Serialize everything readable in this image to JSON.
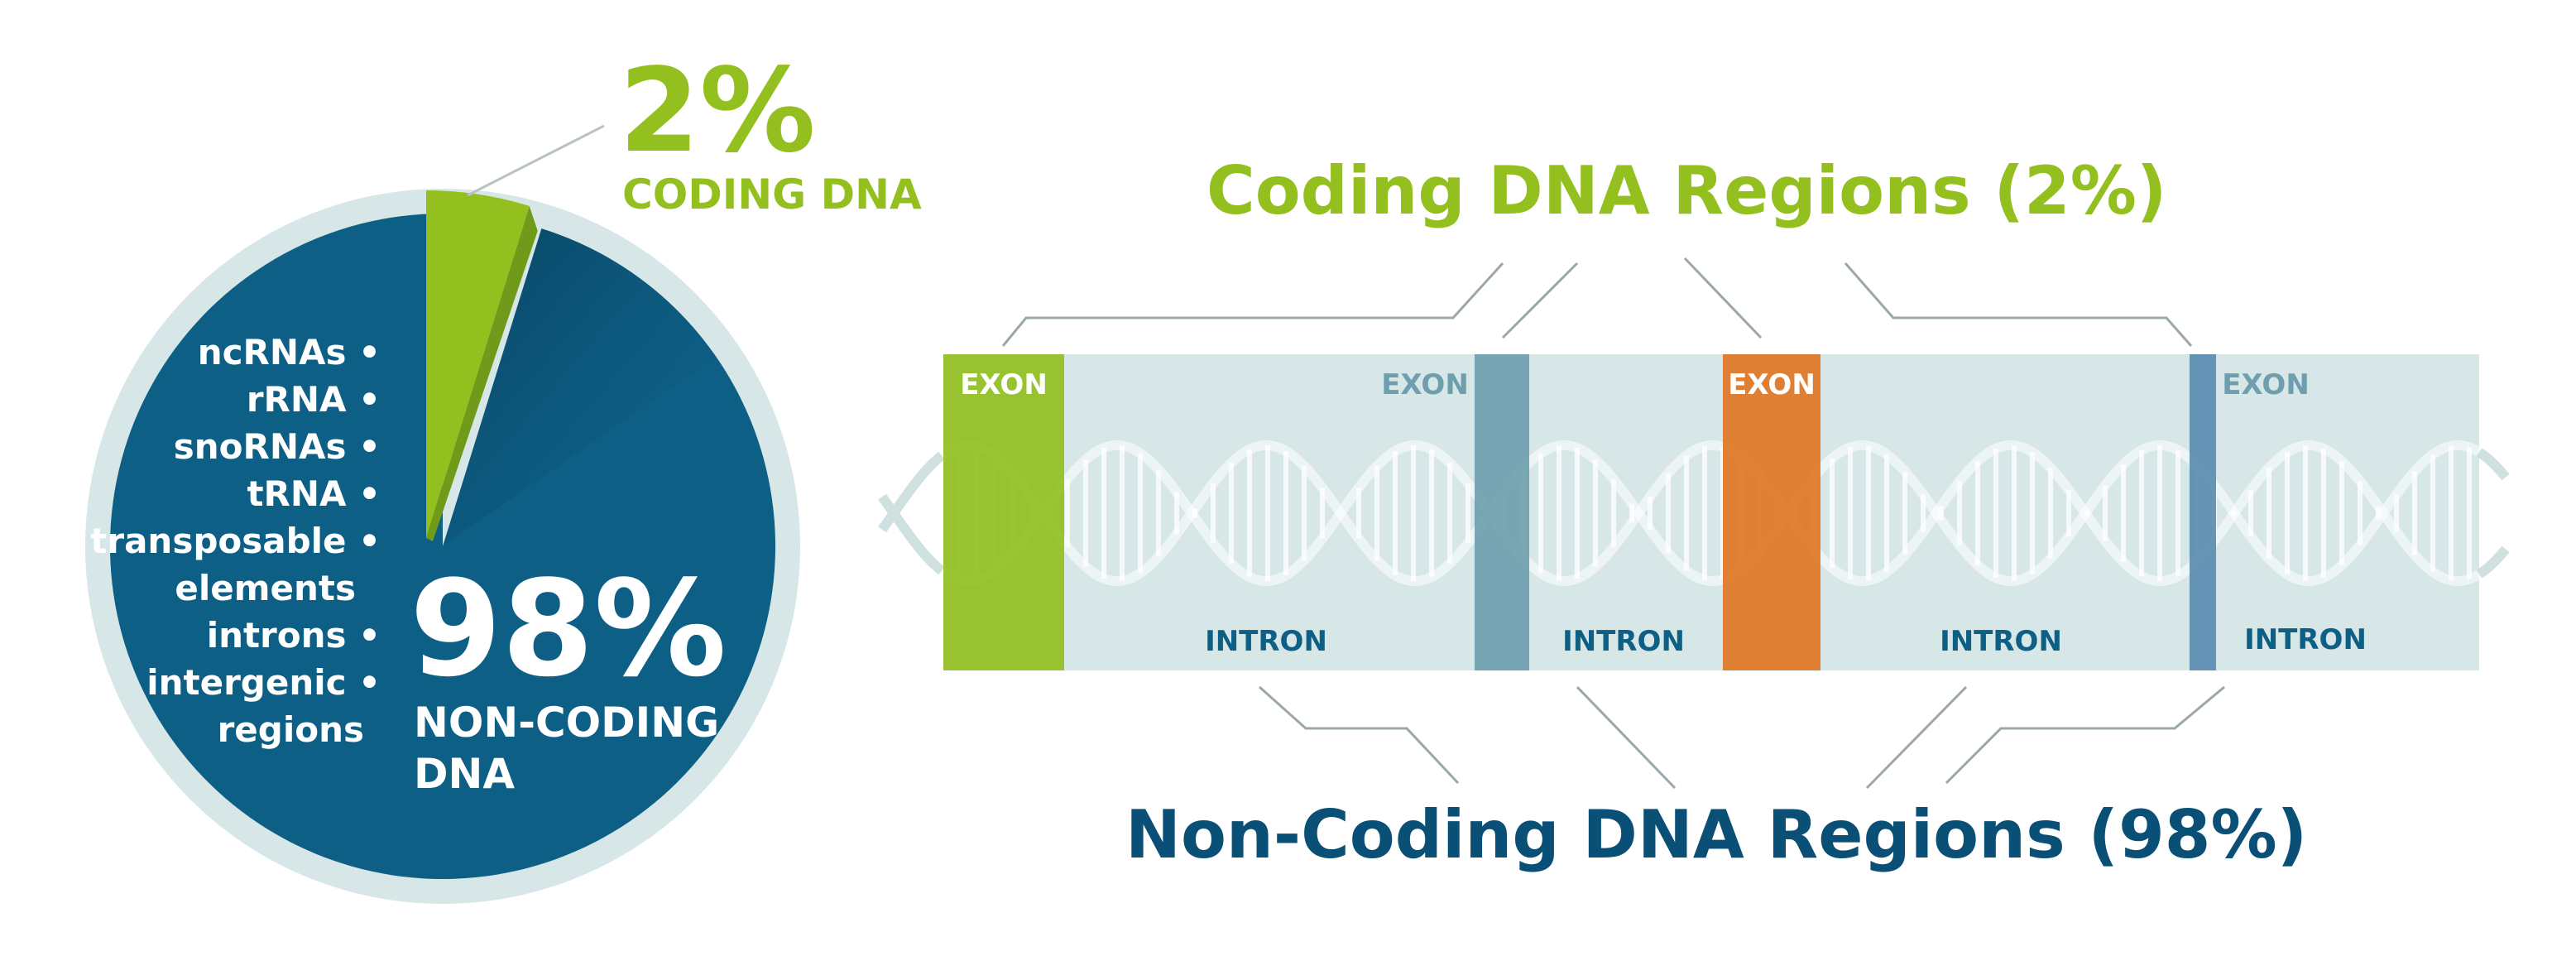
{
  "colors": {
    "green": "#93bf1f",
    "blue": "#0e5f86",
    "dark_blue": "#0a5076",
    "teal": "#6f9fae",
    "slate": "#5b8cb0",
    "orange": "#e07623",
    "pale": "#d7e7e8",
    "connector": "#9aa7ab"
  },
  "pie": {
    "coding_percent": "2%",
    "coding_label": "CODING DNA",
    "noncoding_percent": "98%",
    "noncoding_label_line1": "NON-CODING",
    "noncoding_label_line2": "DNA",
    "list_items": [
      "ncRNAs •",
      "rRNA •",
      "snoRNAs •",
      "tRNA •",
      "transposable •",
      "elements",
      "introns •",
      "intergenic •",
      "regions"
    ]
  },
  "chart_data": {
    "type": "pie",
    "slices": [
      {
        "label": "CODING DNA",
        "value": 2
      },
      {
        "label": "NON-CODING DNA",
        "value": 98
      }
    ]
  },
  "regions": {
    "coding_title": "Coding DNA Regions (2%)",
    "noncoding_title": "Non-Coding DNA Regions (98%)",
    "segments": [
      {
        "kind": "exon",
        "label": "EXON"
      },
      {
        "kind": "intron",
        "label": "INTRON"
      },
      {
        "kind": "exon",
        "label": "EXON"
      },
      {
        "kind": "intron",
        "label": "INTRON"
      },
      {
        "kind": "exon",
        "label": "EXON"
      },
      {
        "kind": "intron",
        "label": "INTRON"
      },
      {
        "kind": "exon",
        "label": "EXON"
      },
      {
        "kind": "intron",
        "label": "INTRON"
      }
    ]
  }
}
